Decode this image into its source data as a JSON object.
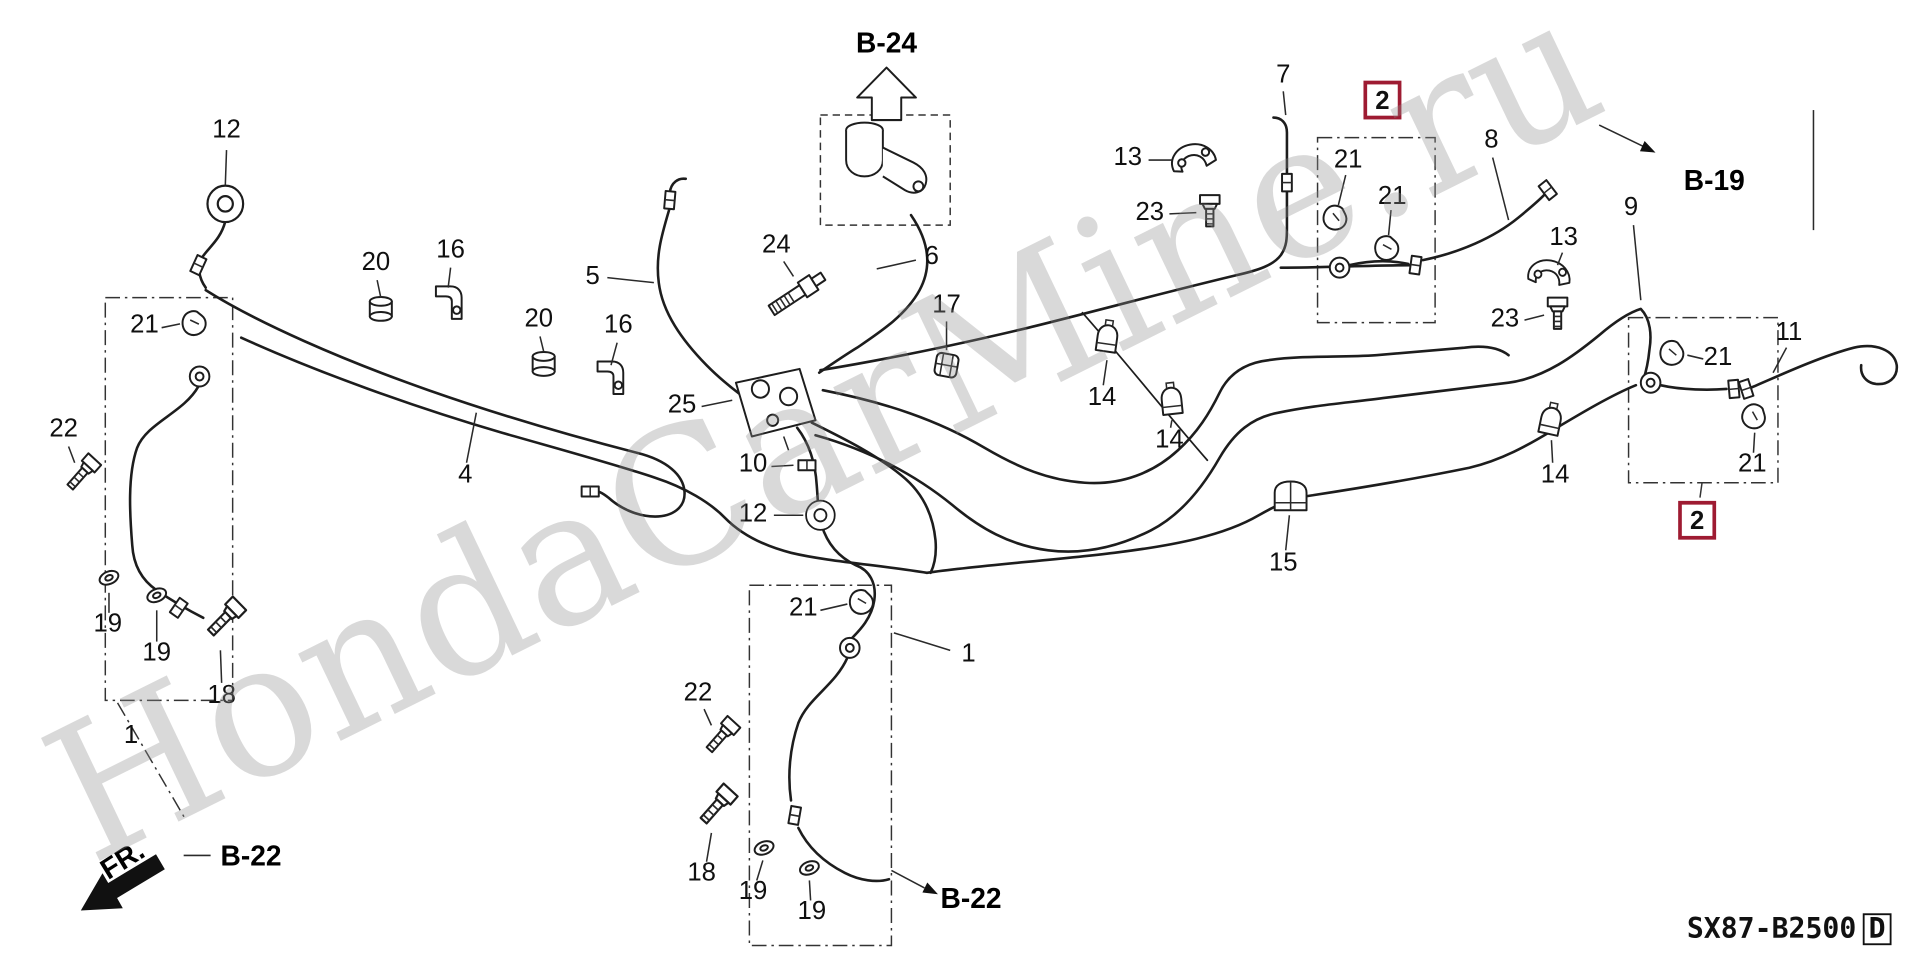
{
  "colors": {
    "highlight": "#9e1b32",
    "line": "#1d1d1d",
    "watermark": "#8f8f8f"
  },
  "watermark": "HondaCarMine.ru",
  "diagram_code": "SX87-B2500",
  "diagram_code_suffix": "D",
  "direction_label": "FR.",
  "references": {
    "b24": "B-24",
    "b19": "B-19",
    "b22": "B-22"
  },
  "part_labels": {
    "p1": "1",
    "p2": "2",
    "p4": "4",
    "p5": "5",
    "p6": "6",
    "p7": "7",
    "p8": "8",
    "p9": "9",
    "p10": "10",
    "p11": "11",
    "p12": "12",
    "p13": "13",
    "p14": "14",
    "p15": "15",
    "p16": "16",
    "p17": "17",
    "p18": "18",
    "p19": "19",
    "p20": "20",
    "p21": "21",
    "p22": "22",
    "p23": "23",
    "p24": "24",
    "p25": "25"
  }
}
